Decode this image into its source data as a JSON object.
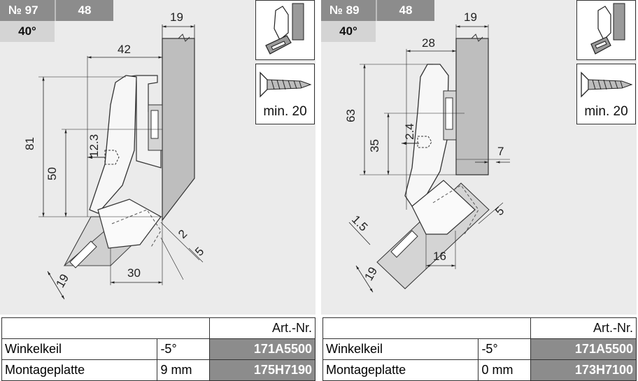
{
  "left": {
    "badge_no": "№ 97",
    "badge_value": "48",
    "badge_angle": "40°",
    "screw_label": "min. 20",
    "dims": [
      "19",
      "42",
      "81",
      "50",
      "12.3",
      "2",
      "5",
      "30",
      "19"
    ],
    "table": {
      "header": "Art.-Nr.",
      "rows": [
        {
          "name": "Winkelkeil",
          "spec": "-5°",
          "art": "171A5500"
        },
        {
          "name": "Montageplatte",
          "spec": "9 mm",
          "art": "175H7190"
        }
      ]
    }
  },
  "right": {
    "badge_no": "№ 89",
    "badge_value": "48",
    "badge_angle": "40°",
    "screw_label": "min. 20",
    "dims": [
      "19",
      "28",
      "63",
      "35",
      "2.4",
      "7",
      "1.5",
      "5",
      "16",
      "19"
    ],
    "table": {
      "header": "Art.-Nr.",
      "rows": [
        {
          "name": "Winkelkeil",
          "spec": "-5°",
          "art": "171A5500"
        },
        {
          "name": "Montageplatte",
          "spec": "0 mm",
          "art": "173H7100"
        }
      ]
    }
  }
}
